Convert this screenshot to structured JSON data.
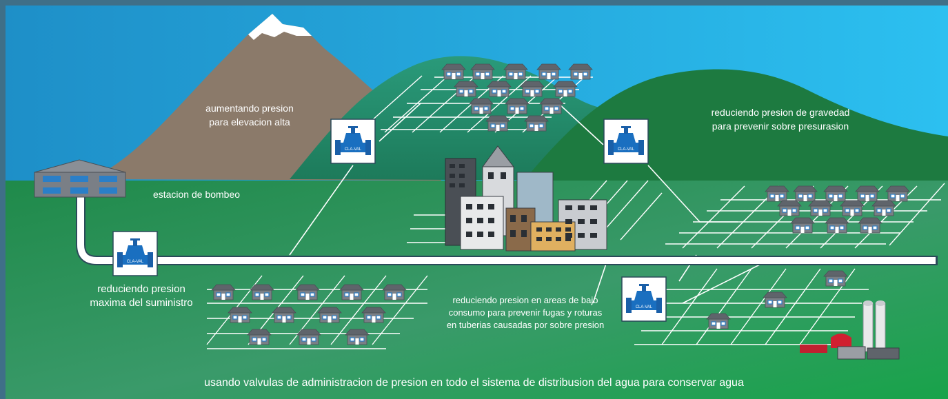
{
  "labels": {
    "aumentando": [
      "aumentando presion",
      "para elevacion alta"
    ],
    "gravedad": [
      "reduciendo presion de gravedad",
      "para prevenir sobre presurasion"
    ],
    "bombeo": "estacion de bombeo",
    "maxima": [
      "reduciendo presion",
      "maxima del suministro"
    ],
    "bajo": [
      "reduciendo presion en areas de bajo",
      "consumo para prevenir fugas y roturas",
      "en tuberias causadas por sobre presion"
    ],
    "caption": "usando valvulas de administracion de presion en todo el sistema de distribusion  del agua para conservar agua"
  },
  "valve_label": "CLA-VAL",
  "icons": {
    "valve": "pressure-valve-icon",
    "house": "house-icon",
    "pump_station": "pump-station-icon",
    "city": "city-buildings-icon",
    "farm": "farm-icon",
    "mountain": "mountain-icon"
  },
  "colors": {
    "sky": "#2aa8e0",
    "mountain": "#8b7a6a",
    "hill": "#1e7a4a",
    "ground": "#2a9a55",
    "pipe": "#ffffff",
    "valve": "#1a5fa8",
    "house": "#7a7f86"
  }
}
